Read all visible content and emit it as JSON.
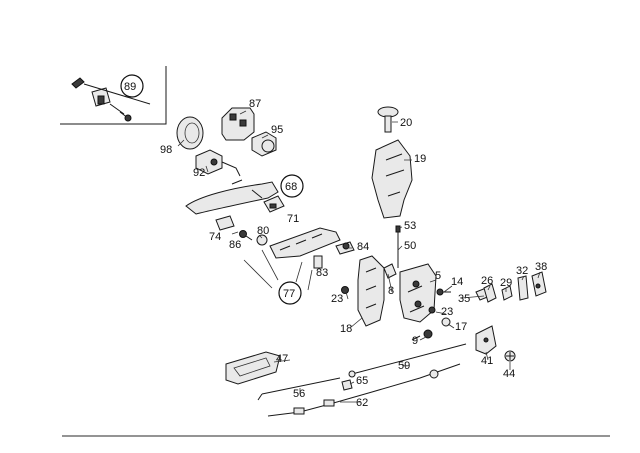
{
  "callouts": {
    "c89": "89",
    "c87": "87",
    "c95": "95",
    "c98": "98",
    "c92": "92",
    "c68": "68",
    "c71": "71",
    "c74": "74",
    "c86": "86",
    "c80": "80",
    "c84": "84",
    "c83": "83",
    "c77": "77",
    "c23a": "23",
    "c20": "20",
    "c19": "19",
    "c53": "53",
    "c50": "50",
    "c5": "5",
    "c14": "14",
    "c8": "8",
    "c23b": "23",
    "c35": "35",
    "c17": "17",
    "c26": "26",
    "c29": "29",
    "c32": "32",
    "c38": "38",
    "c18": "18",
    "c9": "9",
    "c41": "41",
    "c44": "44",
    "c47": "47",
    "c59": "59",
    "c65": "65",
    "c56": "56",
    "c62": "62"
  }
}
